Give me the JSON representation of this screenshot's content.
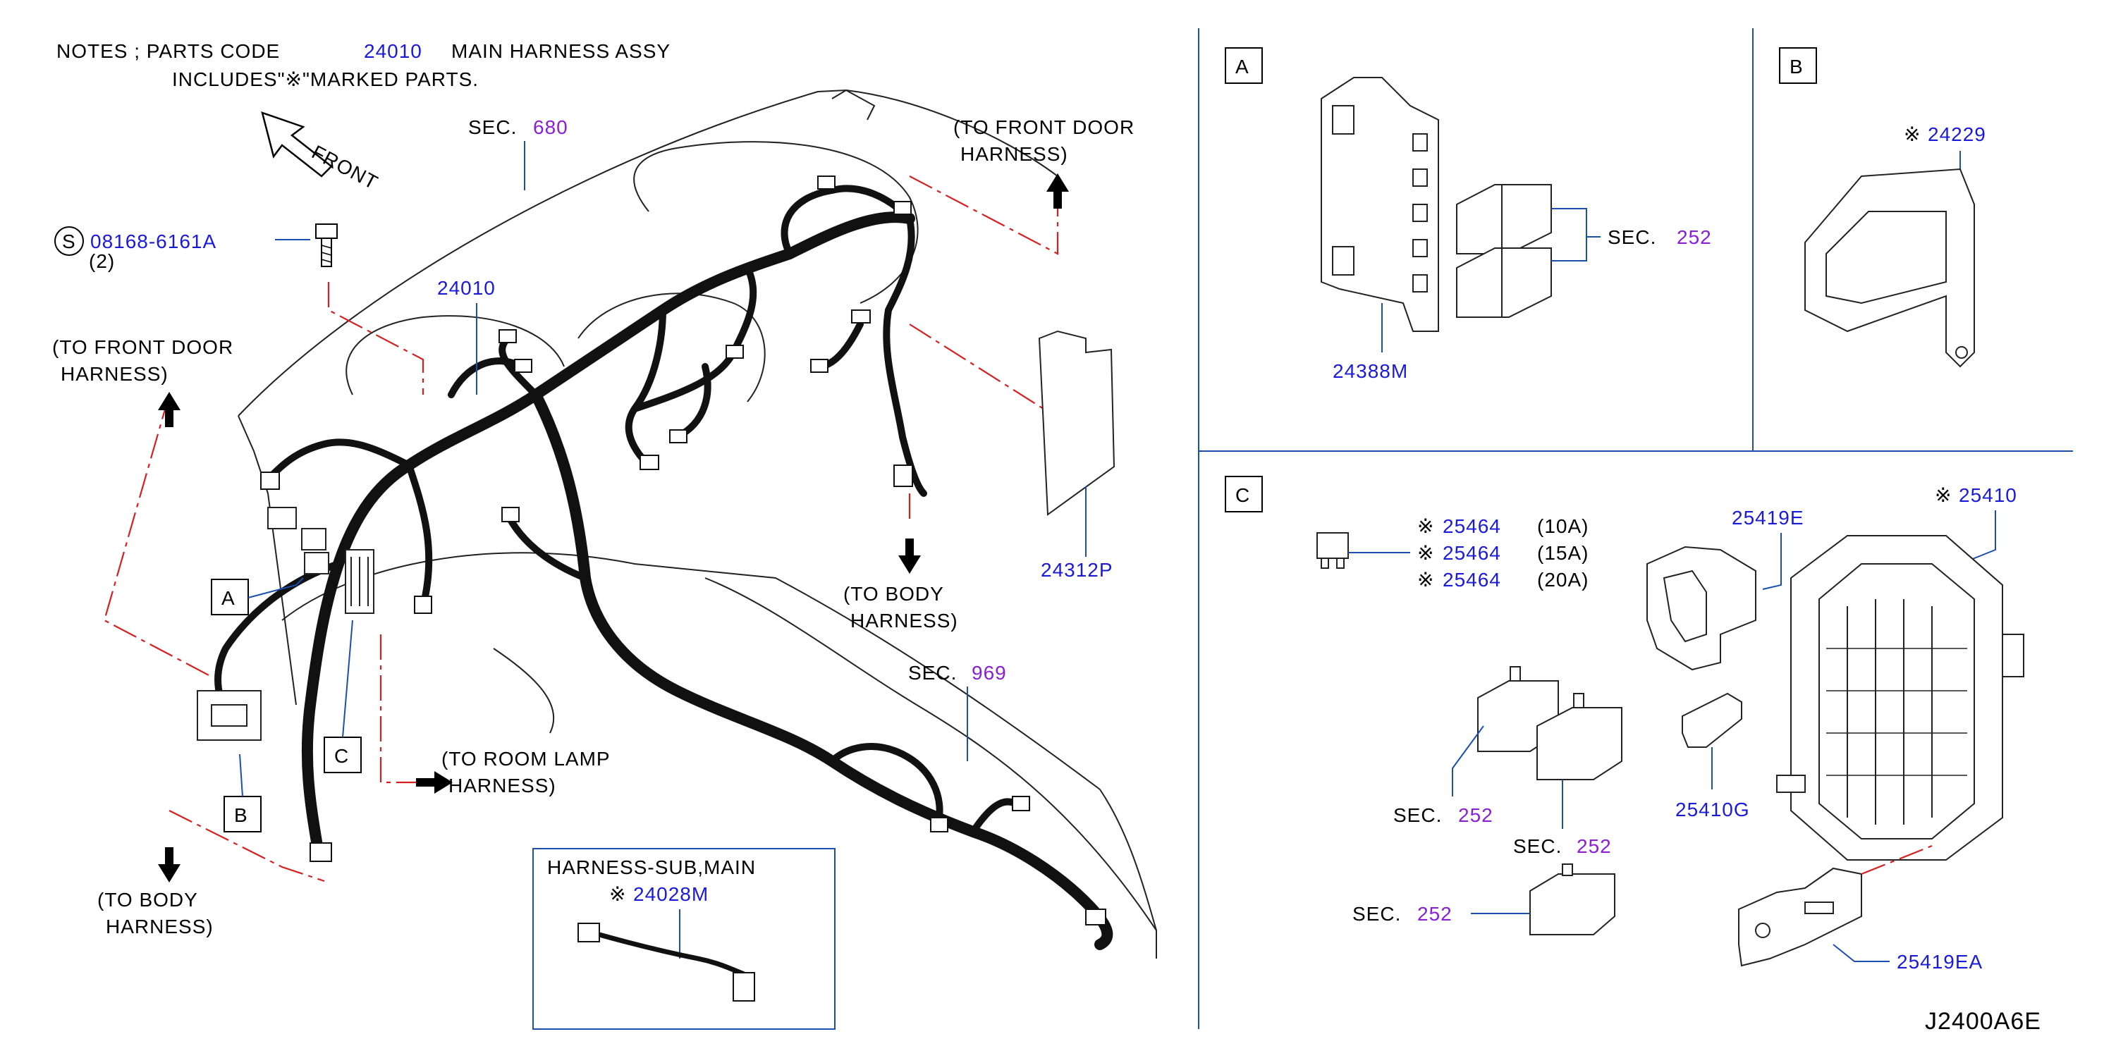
{
  "notes": {
    "line1_prefix": "NOTES ; PARTS CODE",
    "line1_code": "24010",
    "line1_suffix": "MAIN HARNESS ASSY",
    "line2": "INCLUDES\"※\"MARKED PARTS."
  },
  "front_label": "FRONT",
  "callouts": {
    "sec680_prefix": "SEC.",
    "sec680": "680",
    "bolt_symbol": "S",
    "bolt_part": "08168-6161A",
    "bolt_qty": "(2)",
    "main_harness": "24010",
    "to_front_door_left_1": "(TO FRONT DOOR",
    "to_front_door_left_2": "HARNESS)",
    "to_front_door_right_1": "(TO FRONT DOOR",
    "to_front_door_right_2": "HARNESS)",
    "to_body_right_1": "(TO BODY",
    "to_body_right_2": "HARNESS)",
    "to_body_left_1": "(TO BODY",
    "to_body_left_2": "HARNESS)",
    "to_room_lamp_1": "(TO ROOM LAMP",
    "to_room_lamp_2": "HARNESS)",
    "sec969_prefix": "SEC.",
    "sec969": "969",
    "cover_part": "24312P",
    "label_a": "A",
    "label_b": "B",
    "label_c": "C"
  },
  "sub_harness": {
    "title": "HARNESS-SUB,MAIN",
    "mark": "※",
    "part": "24028M"
  },
  "panel_a": {
    "label": "A",
    "bracket_part": "24388M",
    "sec_prefix": "SEC.",
    "sec": "252"
  },
  "panel_b": {
    "label": "B",
    "mark": "※",
    "part": "24229"
  },
  "panel_c": {
    "label": "C",
    "fuses": [
      {
        "mark": "※",
        "part": "25464",
        "rating": "(10A)"
      },
      {
        "mark": "※",
        "part": "25464",
        "rating": "(15A)"
      },
      {
        "mark": "※",
        "part": "25464",
        "rating": "(20A)"
      }
    ],
    "cover_part": "25419E",
    "block_mark": "※",
    "block_part": "25410",
    "puller_part": "25410G",
    "bracket_part": "25419EA",
    "relay_secs": [
      {
        "prefix": "SEC.",
        "sec": "252"
      },
      {
        "prefix": "SEC.",
        "sec": "252"
      },
      {
        "prefix": "SEC.",
        "sec": "252"
      }
    ]
  },
  "figure_code": "J2400A6E"
}
